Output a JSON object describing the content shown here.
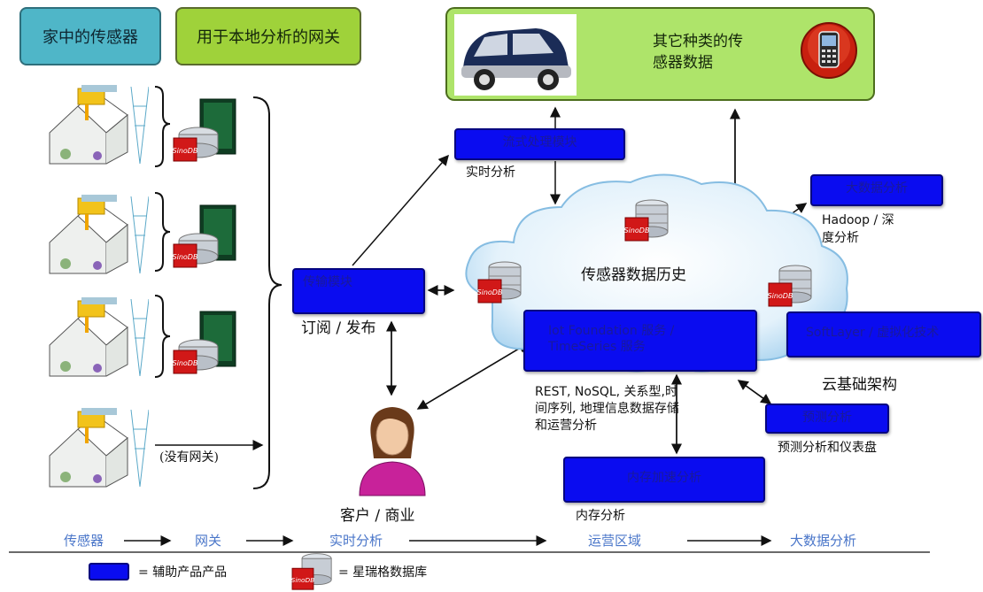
{
  "header": {
    "sensors_home": "家中的传感器",
    "gateway_local": "用于本地分析的网关"
  },
  "other_sensors": {
    "line1": "其它种类的传",
    "line2": "感器数据"
  },
  "cloud": {
    "title": "传感器数据历史",
    "infra_label": "云基础架构"
  },
  "boxes": {
    "stream": "流式处理模块",
    "stream_caption": "实时分析",
    "transport": "传输模块",
    "transport_caption": "订阅 / 发布",
    "bigdata": "大数据分析",
    "bigdata_caption": [
      "Hadoop / 深",
      "度分析"
    ],
    "iot": [
      "Iot Foundation 服务 /",
      "TimeSeries 服务"
    ],
    "iot_caption": [
      "REST, NoSQL, 关系型,时",
      "间序列, 地理信息数据存储",
      "和运营分析"
    ],
    "softlayer": "SoftLayer / 虚拟化技术",
    "predict": "预测分析",
    "predict_caption": "预测分析和仪表盘",
    "inmemory": "内存加速分析",
    "inmemory_caption": "内存分析"
  },
  "no_gateway": "(没有网关)",
  "customer": "客户 / 商业",
  "flow": [
    "传感器",
    "网关",
    "实时分析",
    "运营区域",
    "大数据分析"
  ],
  "legend": {
    "blue_box": "= 辅助产品产品",
    "db": "= 星瑞格数据库"
  },
  "db_badge": "SinoDB",
  "colors": {
    "blue_box": "#0a0cf0",
    "teal_tag": "#4fb6c8",
    "green_tag": "#9fd23a",
    "flow_text": "#4a76c9"
  }
}
